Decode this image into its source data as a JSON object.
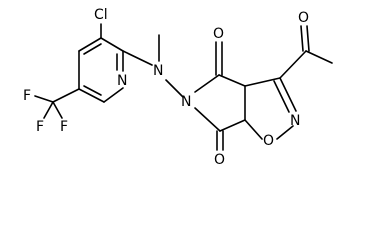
{
  "molecule": {
    "atoms": {
      "cl": "Cl",
      "n_pyridine": "N",
      "n_amine": "N",
      "n_imide": "N",
      "n_isoxazoline": "N",
      "o_ring": "O",
      "o_imide_top": "O",
      "o_imide_bottom": "O",
      "o_acetyl": "O",
      "f_left": "F",
      "f_bottom_left": "F",
      "f_bottom_right": "F"
    }
  }
}
